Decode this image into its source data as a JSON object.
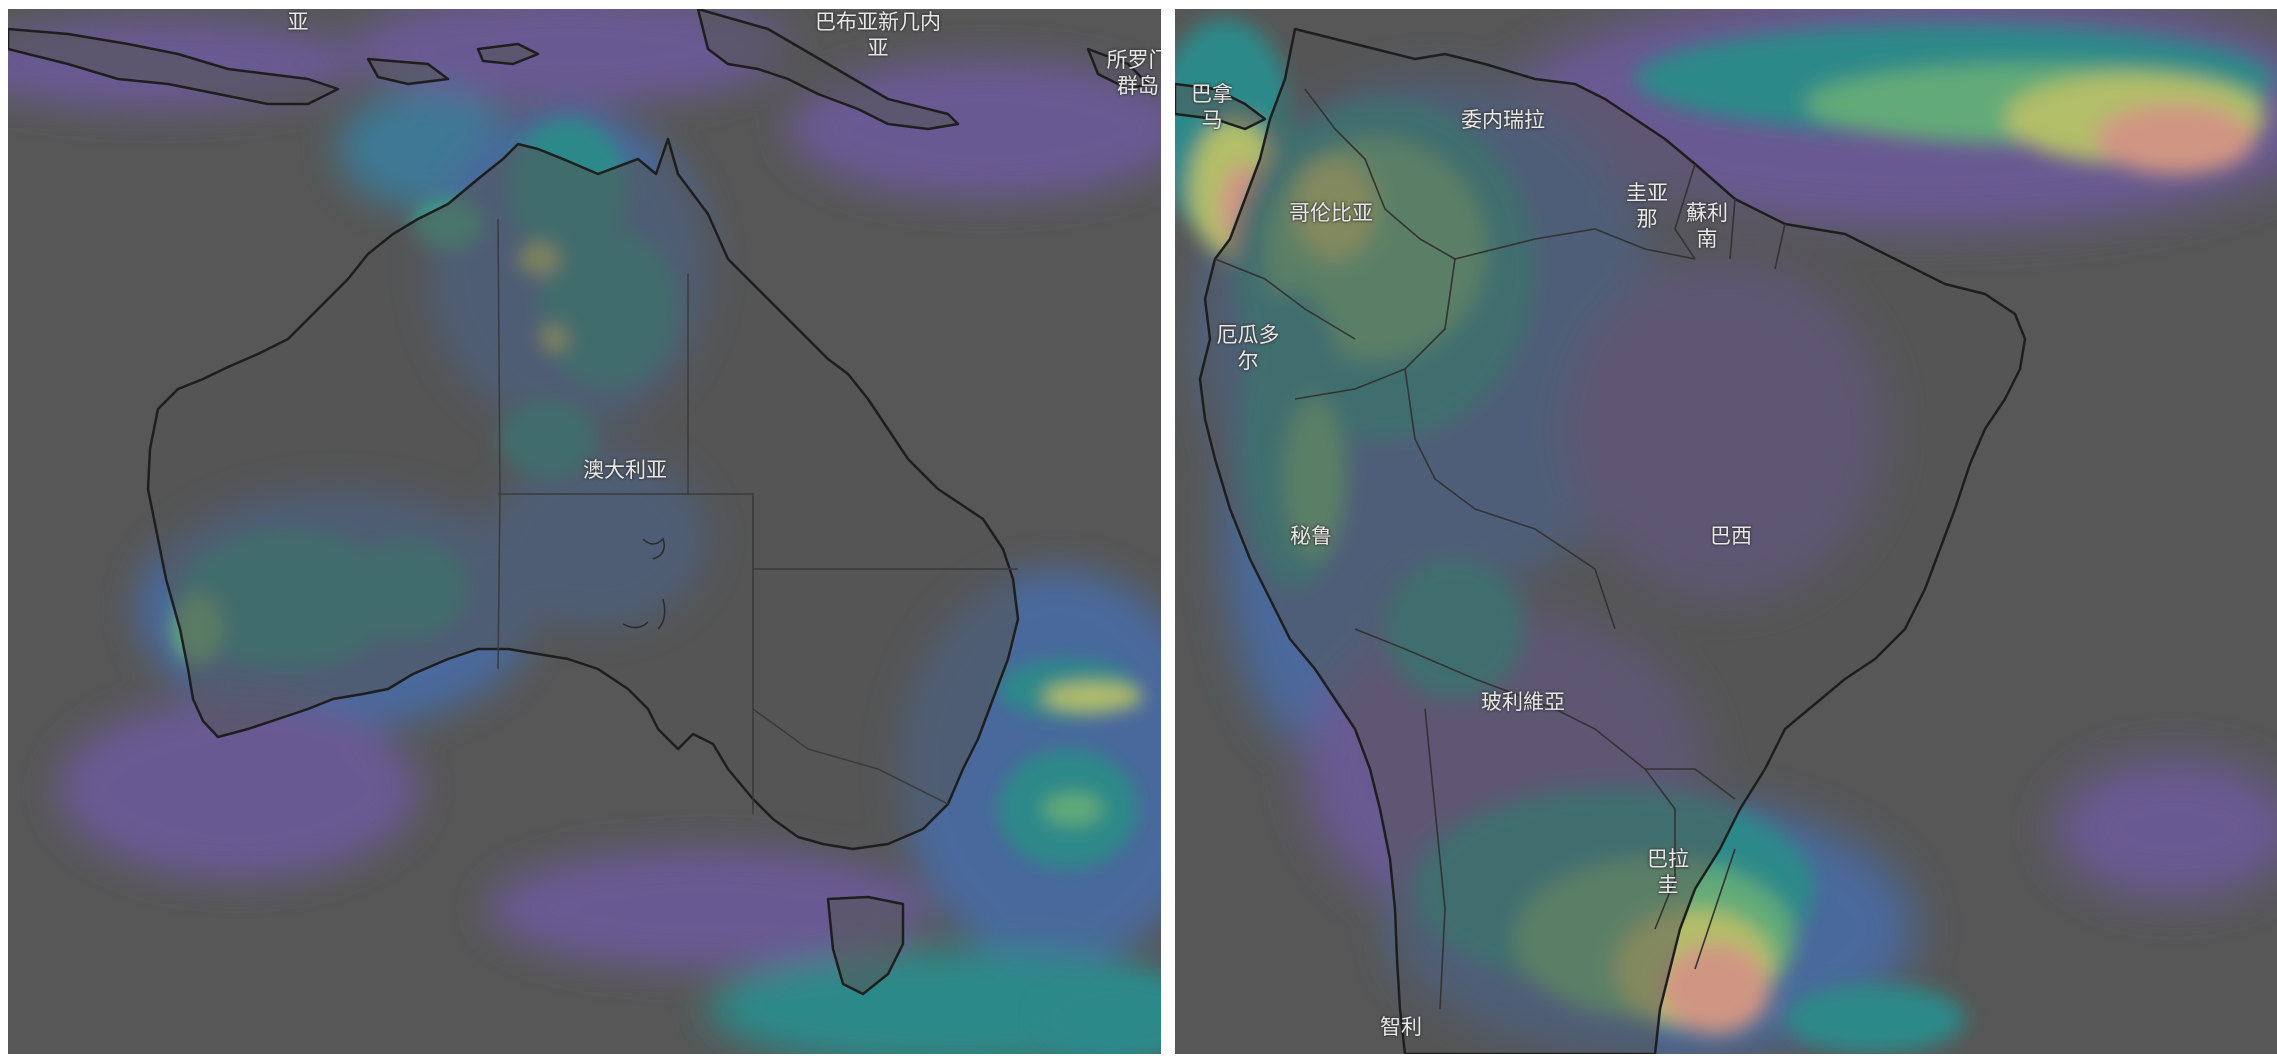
{
  "left_map": {
    "labels": {
      "indonesia_suffix": "亚",
      "png_name": "巴布亚新几内\n亚",
      "solomon": "所罗门\n群岛",
      "australia": "澳大利亚"
    }
  },
  "right_map": {
    "labels": {
      "panama": "巴拿\n马",
      "venezuela": "委内瑞拉",
      "guyana": "圭亚\n那",
      "suriname": "蘇利\n南",
      "colombia": "哥伦比亚",
      "ecuador": "厄瓜多\n尔",
      "peru": "秘鲁",
      "brazil": "巴西",
      "bolivia": "玻利維亞",
      "paraguay": "巴拉\n圭",
      "chile": "智利"
    }
  },
  "colors": {
    "land": "#545454",
    "ocean": "#565656",
    "purple": "#6a5a96",
    "teal": "#2a8c8c",
    "green": "#63b07a",
    "yellow": "#b8c46a",
    "salmon": "#d89a86",
    "coast": "#1e1e1e"
  }
}
